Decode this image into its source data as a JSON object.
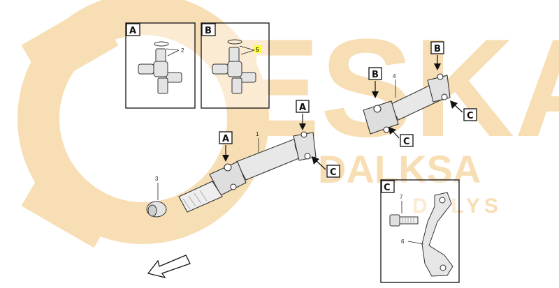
{
  "watermark": {
    "brand": "ESKA",
    "sub": "DALKSA",
    "sub2": "DALYS",
    "color": "#f6d9a8"
  },
  "insets": {
    "a": {
      "label": "A",
      "part_num": "2"
    },
    "b": {
      "label": "B",
      "part_num": "5",
      "highlight": "#ffff33"
    },
    "c": {
      "label": "C",
      "part_nums": [
        "7",
        "6"
      ]
    }
  },
  "callouts": {
    "a_main": "A",
    "a_yoke": "A",
    "b_rear": "B",
    "b_top": "B",
    "c_front": "C",
    "c_mid": "C",
    "c_rear": "C"
  },
  "parts": {
    "front_shaft": "1",
    "bearing": "3",
    "rear_shaft": "4"
  }
}
